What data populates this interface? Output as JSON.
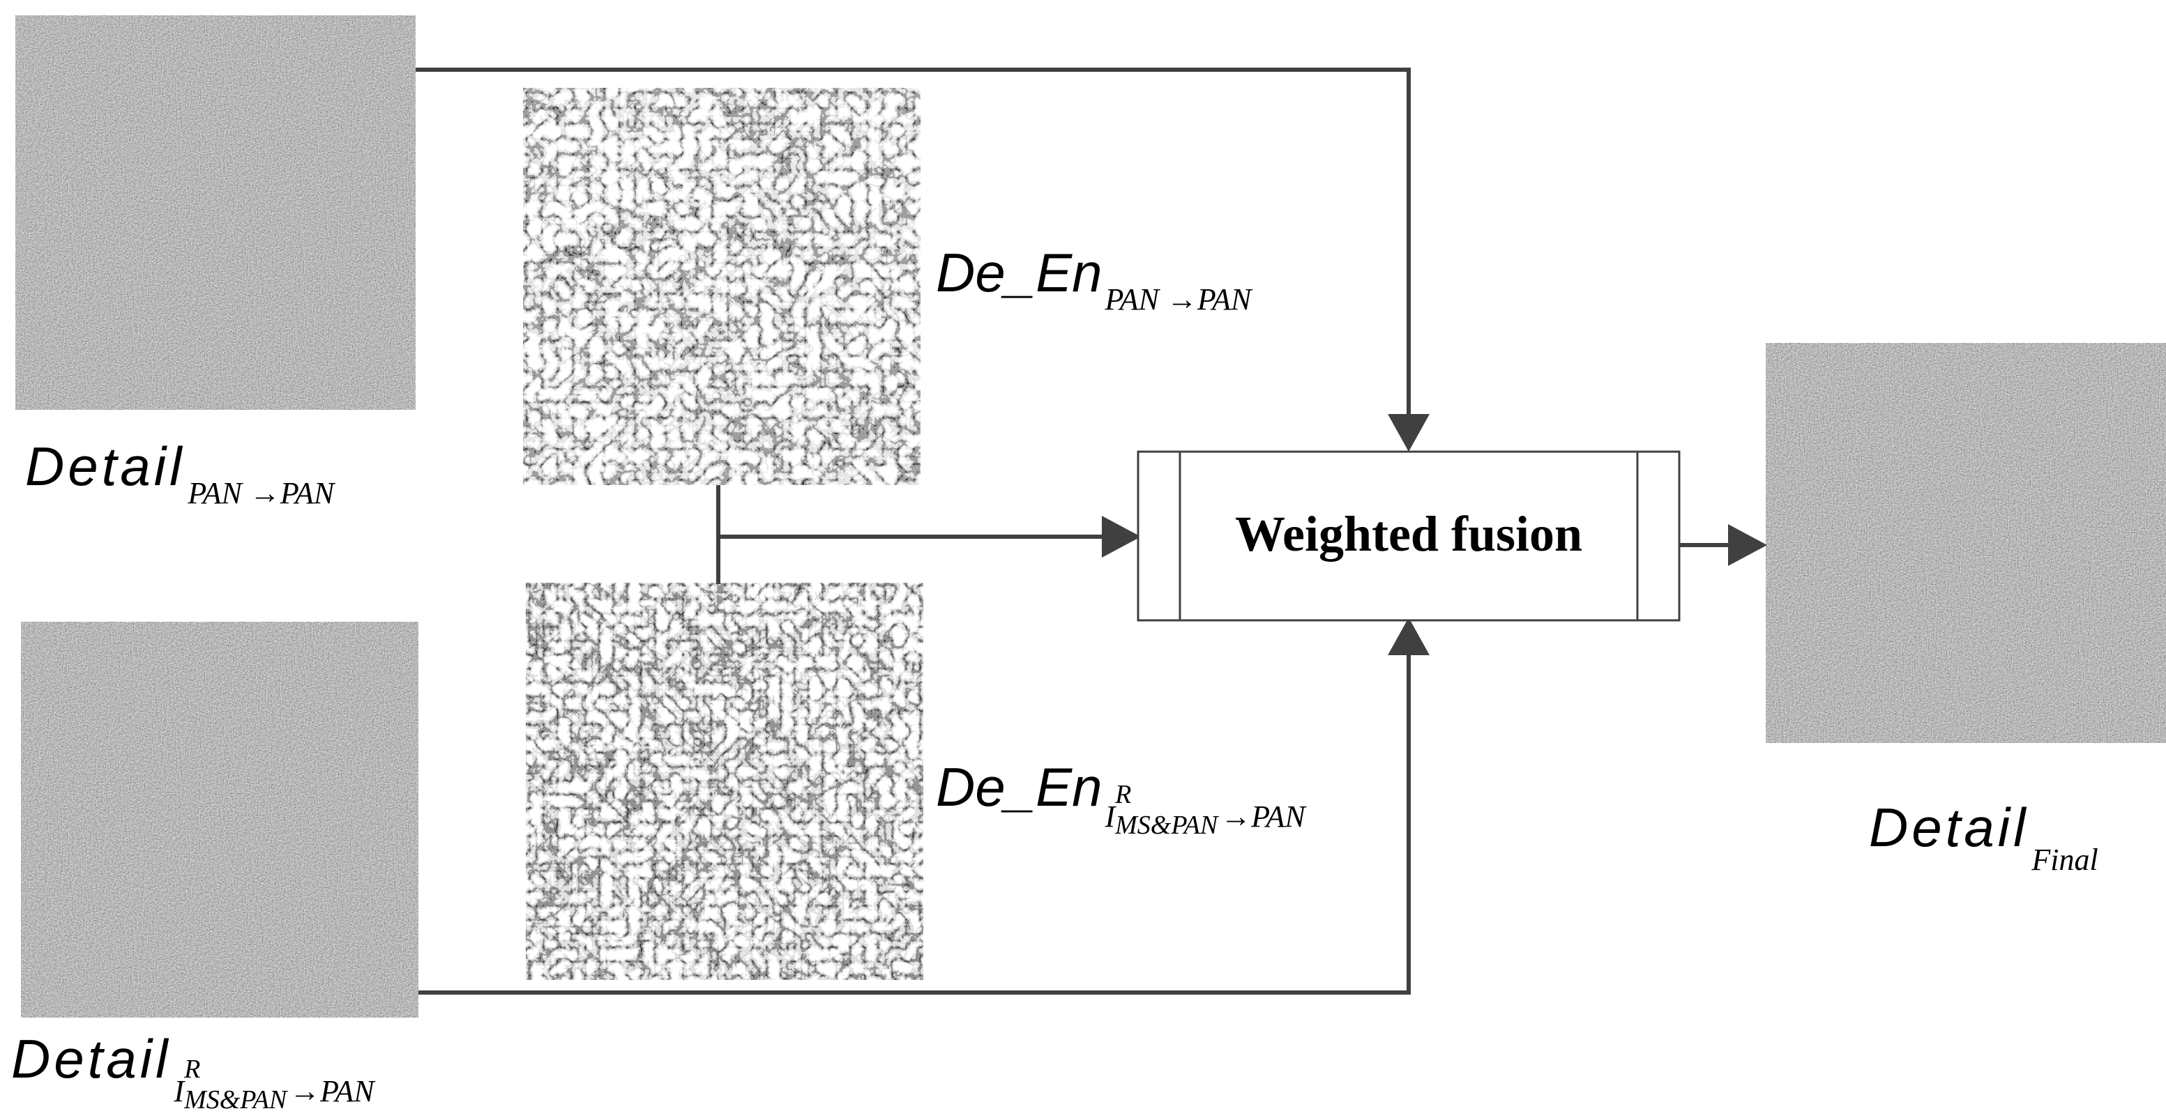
{
  "fusion_box": {
    "label": "Weighted fusion"
  },
  "inputs": {
    "detail_pan": {
      "main": "Detail",
      "sub": "PAN →PAN"
    },
    "detail_ms": {
      "main": "Detail",
      "sub_i": "I",
      "sup_r": "R",
      "sub_ms": "MS&PAN",
      "sub_tail": "→PAN"
    }
  },
  "weights": {
    "de_en_pan": {
      "main": "De_En",
      "sub": "PAN →PAN"
    },
    "de_en_ms": {
      "main": "De_En",
      "sub_i": "I",
      "sup_r": "R",
      "sub_ms": "MS&PAN",
      "sub_tail": "→PAN"
    }
  },
  "output": {
    "main": "Detail",
    "sub": "Final"
  }
}
